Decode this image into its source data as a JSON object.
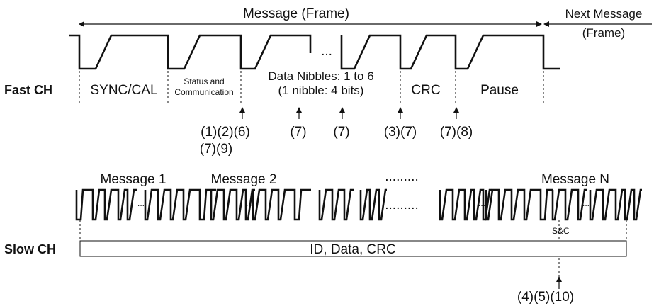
{
  "fast": {
    "message_frame": "Message (Frame)",
    "next_message_line1": "Next Message",
    "next_message_line2": "(Frame)",
    "channel_label": "Fast CH",
    "ellipsis": "...",
    "segments": {
      "sync": "SYNC/CAL",
      "status_line1": "Status and",
      "status_line2": "Communication",
      "data_line1": "Data Nibbles: 1 to 6",
      "data_line2": "(1 nibble: 4 bits)",
      "crc": "CRC",
      "pause": "Pause"
    },
    "markers": [
      {
        "line1": "(1)(2)(6)",
        "line2": "(7)(9)"
      },
      {
        "line1": "(7)"
      },
      {
        "line1": "(7)"
      },
      {
        "line1": "(3)(7)"
      },
      {
        "line1": "(7)(8)"
      }
    ]
  },
  "slow": {
    "channel_label": "Slow CH",
    "message1": "Message 1",
    "message2": "Message 2",
    "message_n": "Message N",
    "dots_top": ".........",
    "dots_mid": ".........",
    "small_dots": "...",
    "sc_label": "S&C",
    "bar_label": "ID, Data, CRC",
    "marker": "(4)(5)(10)"
  }
}
